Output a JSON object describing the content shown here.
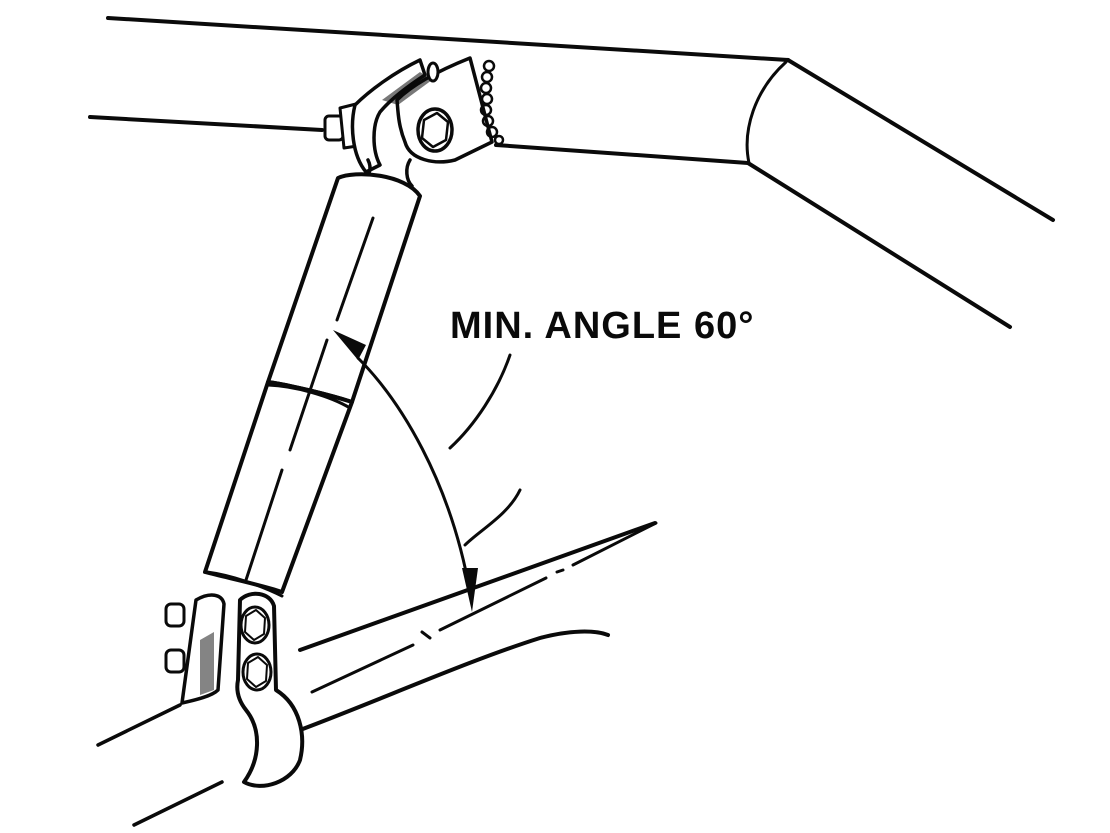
{
  "diagram": {
    "title": "Shock absorber mounting between upper and lower frame tubes",
    "annotation": {
      "text": "MIN. ANGLE 60°",
      "prefix": "MIN.",
      "word": "ANGLE",
      "value": "60°"
    },
    "components": [
      {
        "id": "upper-tube",
        "label": "Upper frame tube (bent)"
      },
      {
        "id": "lower-tube",
        "label": "Lower frame tube"
      },
      {
        "id": "shock-absorber",
        "label": "Telescopic shock absorber"
      },
      {
        "id": "upper-mount",
        "label": "Upper clevis mount with nut, bolt and safety chain"
      },
      {
        "id": "lower-clamp",
        "label": "Lower tube clamp with two bolts"
      },
      {
        "id": "angle-arc",
        "label": "Angle dimension arc with arrowheads"
      }
    ],
    "colors": {
      "ink": "#0a0a0a",
      "paper": "#ffffff"
    }
  }
}
